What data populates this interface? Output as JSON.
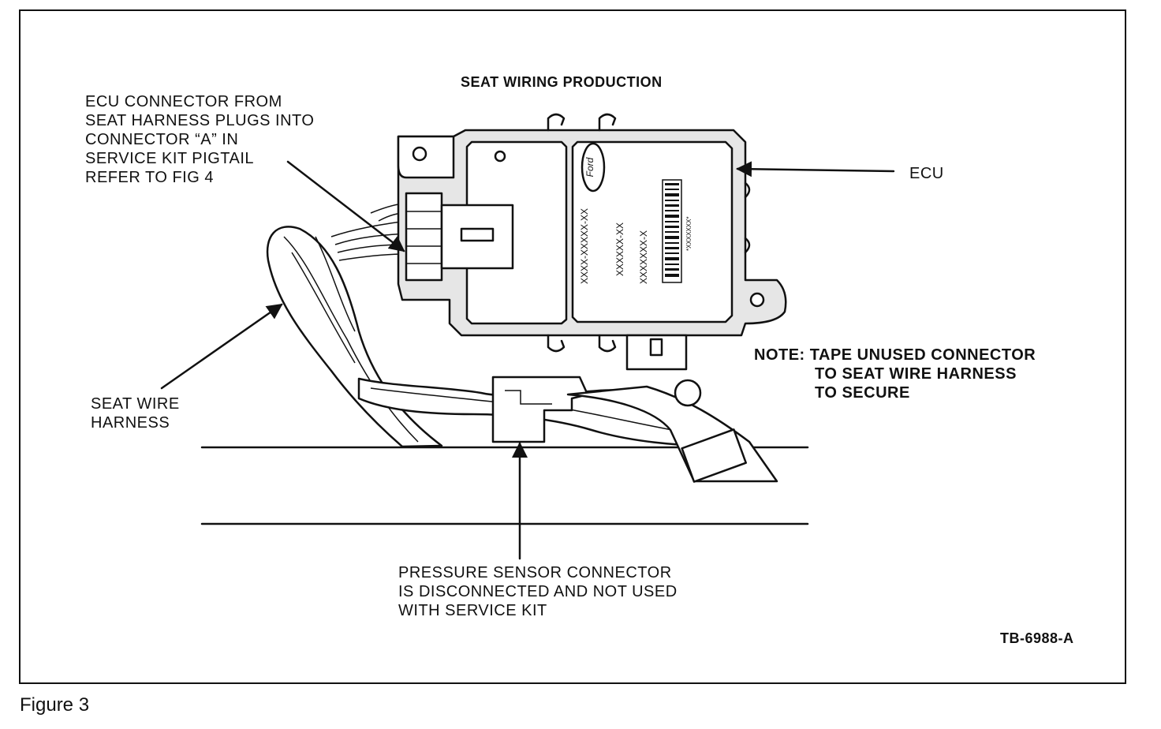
{
  "diagram": {
    "title": "SEAT  WIRING PRODUCTION",
    "labels": {
      "ecu_connector_note": "ECU CONNECTOR FROM\nSEAT HARNESS PLUGS INTO\nCONNECTOR “A” IN\nSERVICE KIT PIGTAIL\nREFER TO FIG 4",
      "ecu": "ECU",
      "note_prefix": "NOTE: TAPE UNUSED CONNECTOR",
      "note_continuation": "TO SEAT WIRE HARNESS\nTO SECURE",
      "seat_wire_harness": "SEAT WIRE\nHARNESS",
      "pressure_sensor_note": "PRESSURE SENSOR CONNECTOR\nIS DISCONNECTED AND NOT USED\nWITH SERVICE KIT",
      "reference_code": "TB-6988-A"
    },
    "ecu_label_text": {
      "line1": "XXXX-XXXXX-XX",
      "line2": "XXXXXX-XX",
      "line3": "XXXXXXX-X",
      "barcode_caption": "*XXXXXXX*",
      "logo": "Ford"
    }
  },
  "caption": "Figure 3"
}
